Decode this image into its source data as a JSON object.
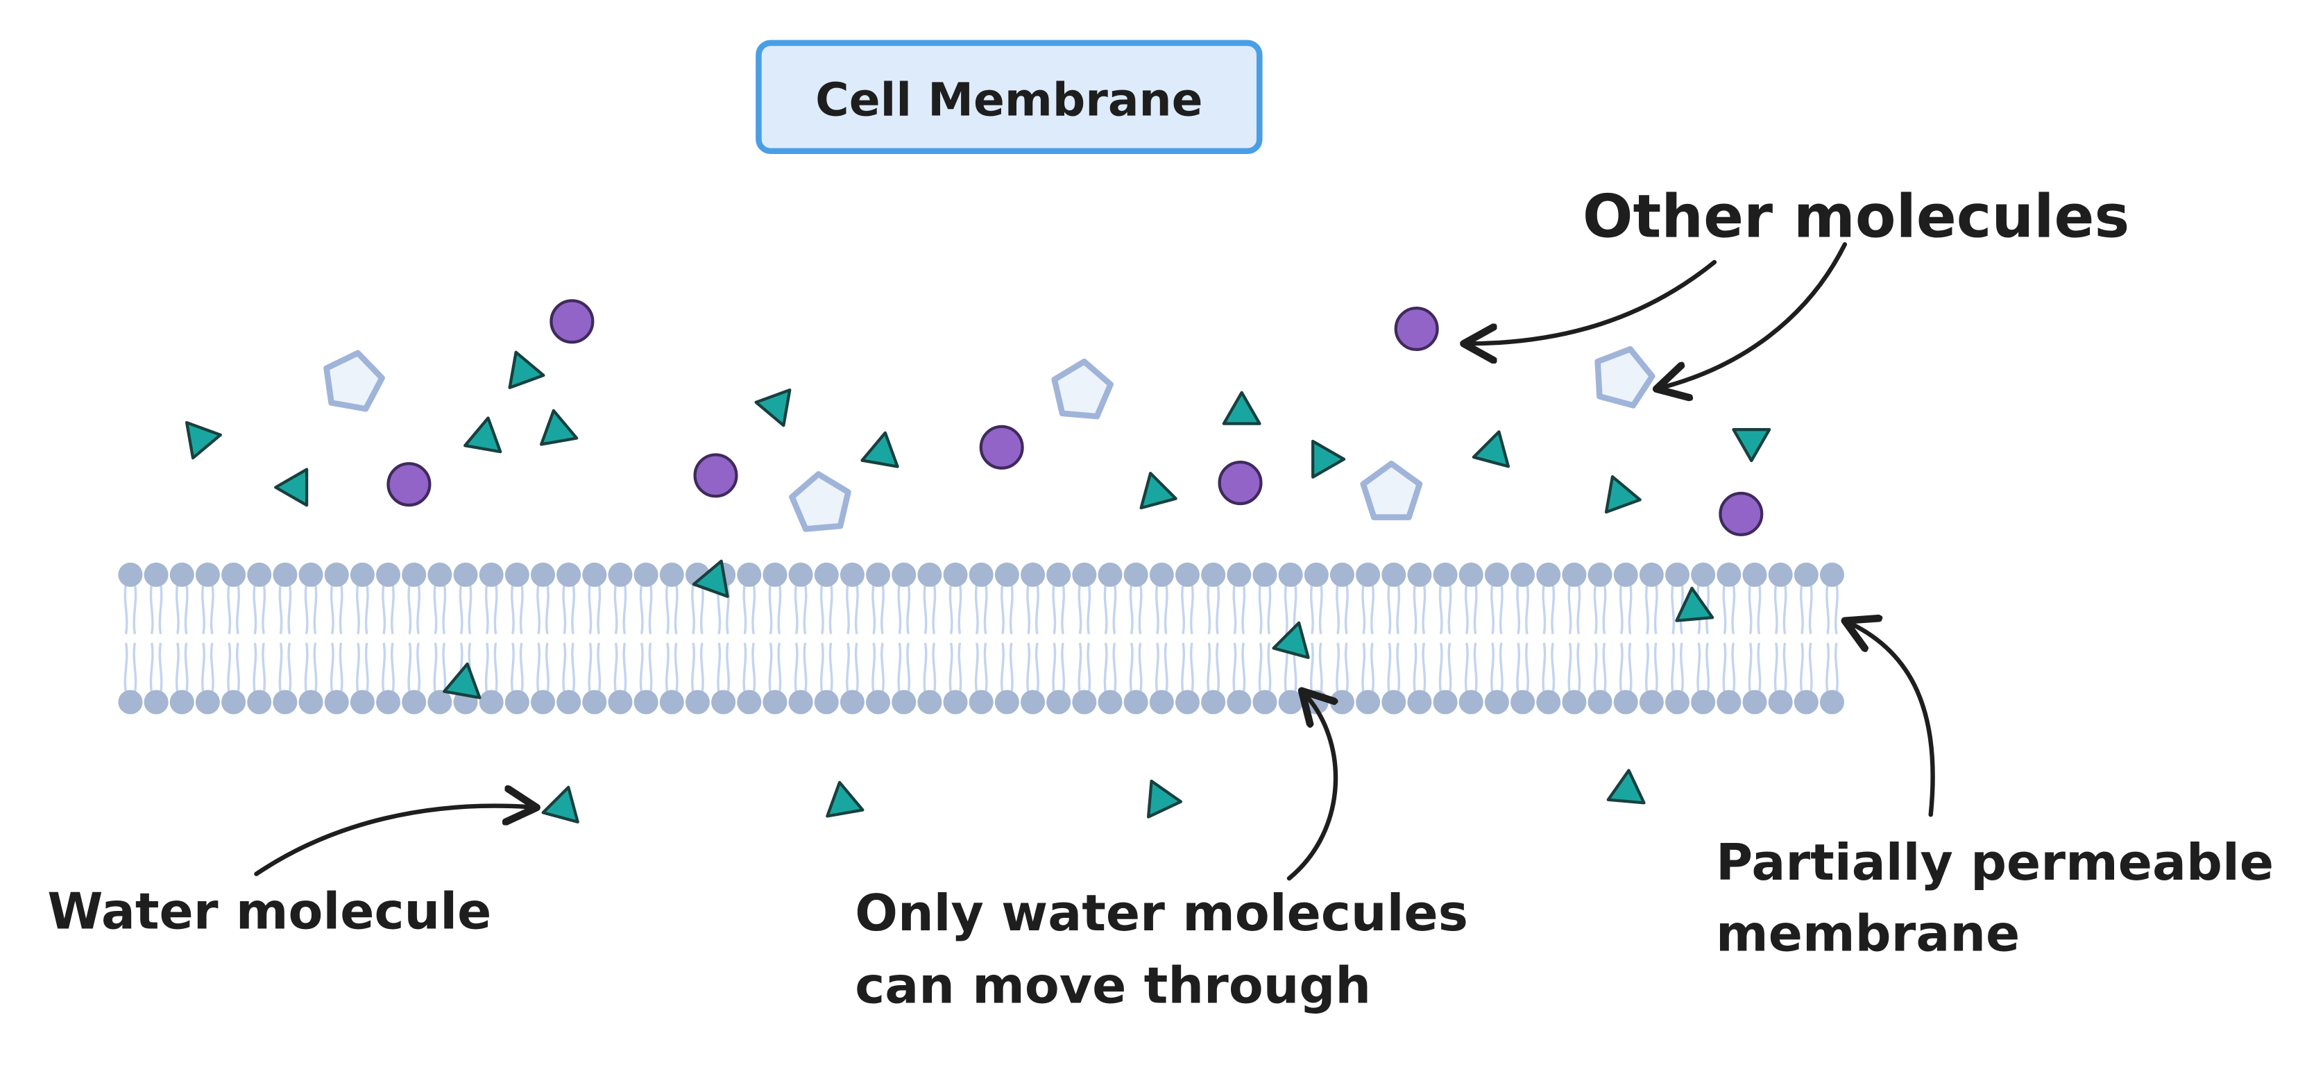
{
  "title": "Cell Membrane",
  "labels": {
    "other_molecules": "Other molecules",
    "water_molecule": "Water molecule",
    "only_water_line1": "Only water molecules",
    "only_water_line2": "can move through",
    "membrane_line1": "Partially permeable",
    "membrane_line2": "membrane"
  },
  "colors": {
    "water": "#1aa6a0",
    "water_stroke": "#17403f",
    "circle": "#9264c7",
    "circle_stroke": "#3f2a5c",
    "pentagon_fill": "#edf3fb",
    "pentagon_stroke": "#9fb4d8",
    "phospholipid_head": "#a4b6d1",
    "phospholipid_tail": "#c3d4ef",
    "title_box_fill": "#deebfa",
    "title_box_stroke": "#4a9ee6",
    "ink": "#1e1e1e"
  },
  "icons": {
    "water": "teal-triangle",
    "other_a": "purple-circle",
    "other_b": "pale-pentagon"
  }
}
